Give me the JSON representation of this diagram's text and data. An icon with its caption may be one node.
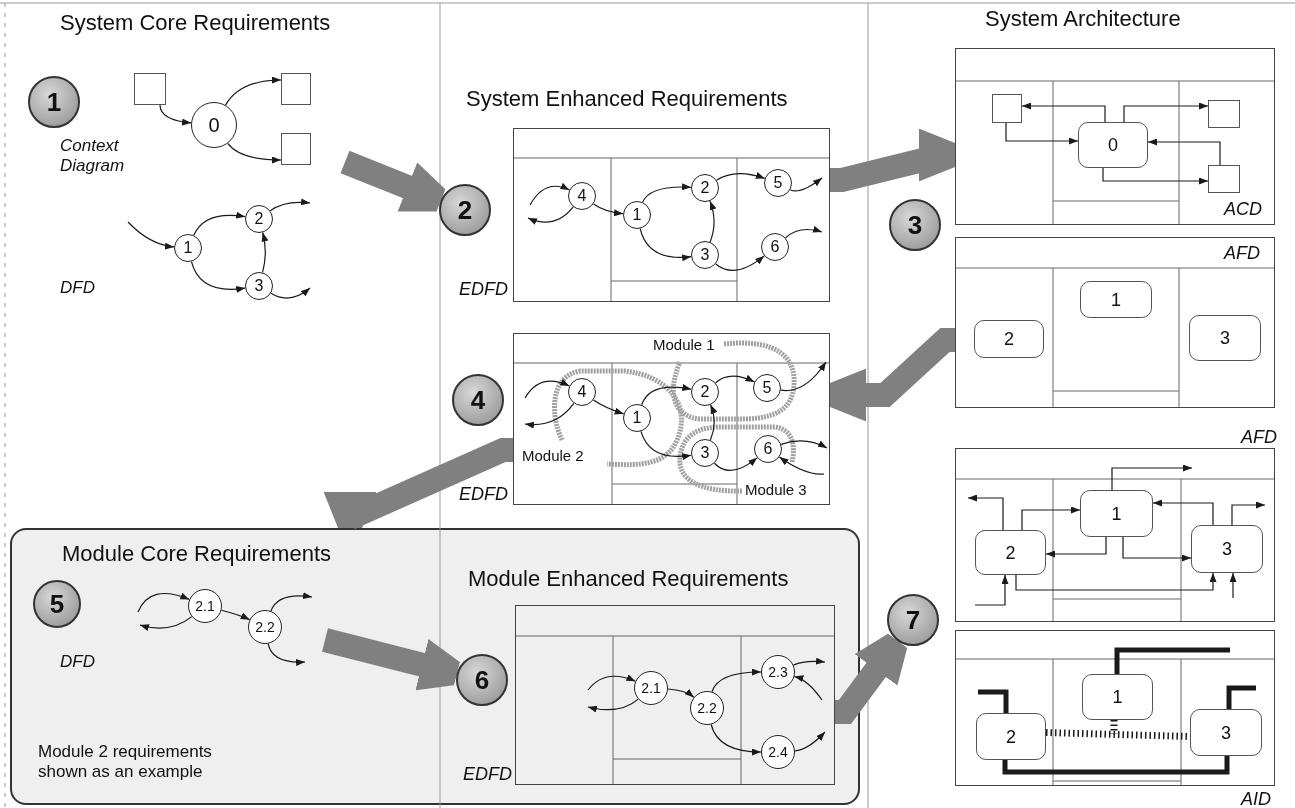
{
  "diagram": {
    "nodes": [
      {
        "text": [
          "1"
        ]
      },
      {
        "text": [],
        "shape": "box"
      },
      {
        "text": [
          "0"
        ]
      },
      {
        "text": [],
        "shape": "box"
      },
      {
        "text": [],
        "shape": "box"
      },
      {
        "text": [
          "1"
        ]
      },
      {
        "text": [
          "2"
        ]
      },
      {
        "text": [
          "3"
        ]
      },
      {
        "text": [
          "EDFD"
        ]
      },
      {
        "text": [
          "2"
        ]
      },
      {
        "text": [
          "4"
        ],
        "in": 8
      },
      {
        "text": [
          "1"
        ],
        "in": 8
      },
      {
        "text": [
          "2"
        ],
        "in": 8
      },
      {
        "text": [
          "5"
        ],
        "in": 8
      },
      {
        "text": [
          "3"
        ],
        "in": 8
      },
      {
        "text": [
          "6"
        ],
        "in": 8
      },
      {
        "text": [
          "ACD"
        ]
      },
      {
        "text": [],
        "shape": "box",
        "in": 16
      },
      {
        "text": [
          "0"
        ],
        "in": 16
      },
      {
        "text": [],
        "shape": "box",
        "in": 16
      },
      {
        "text": [],
        "shape": "box",
        "in": 16
      },
      {
        "text": [
          "3"
        ]
      },
      {
        "text": [
          "AFD"
        ]
      },
      {
        "text": [
          "1"
        ],
        "in": 22
      },
      {
        "text": [
          "2"
        ],
        "in": 22
      },
      {
        "text": [
          "3"
        ],
        "in": 22
      },
      {
        "text": [
          "EDFD"
        ]
      },
      {
        "text": [
          "4"
        ]
      },
      {
        "text": [
          "4"
        ],
        "in": 26
      },
      {
        "text": [
          "1"
        ],
        "in": 26
      },
      {
        "text": [
          "2"
        ],
        "in": 26
      },
      {
        "text": [
          "5"
        ],
        "in": 26
      },
      {
        "text": [
          "3"
        ],
        "in": 26
      },
      {
        "text": [
          "6"
        ],
        "in": 26
      },
      {
        "text": [
          "Module 2 requirements shown as an example"
        ]
      },
      {
        "text": [
          "5"
        ],
        "in": 34
      },
      {
        "text": [
          "2.1"
        ],
        "in": 34
      },
      {
        "text": [
          "2.2"
        ],
        "in": 34
      },
      {
        "text": [
          "EDFD"
        ],
        "in": 34
      },
      {
        "text": [
          "6"
        ],
        "in": 34
      },
      {
        "text": [
          "2.1"
        ],
        "in": 38
      },
      {
        "text": [
          "2.2"
        ],
        "in": 38
      },
      {
        "text": [
          "2.3"
        ],
        "in": 38
      },
      {
        "text": [
          "2.4"
        ],
        "in": 38
      },
      {
        "text": [
          "7"
        ]
      },
      {
        "text": [
          "AFD"
        ]
      },
      {
        "text": [
          "1"
        ],
        "in": 45
      },
      {
        "text": [
          "2"
        ],
        "in": 45
      },
      {
        "text": [
          "3"
        ],
        "in": 45
      },
      {
        "text": [
          "AID"
        ]
      },
      {
        "text": [
          "1"
        ],
        "in": 49
      },
      {
        "text": [
          "2"
        ],
        "in": 49
      },
      {
        "text": [
          "3"
        ],
        "in": 49
      }
    ],
    "edges": [
      {
        "from": 1,
        "to": 2,
        "arrow": "to"
      },
      {
        "from": 2,
        "to": 3,
        "arrow": "to"
      },
      {
        "from": 2,
        "to": 4,
        "arrow": "to"
      },
      {
        "from": null,
        "to": 5,
        "arrow": "to"
      },
      {
        "from": 5,
        "to": 6,
        "arrow": "to"
      },
      {
        "from": 5,
        "to": 7,
        "arrow": "to"
      },
      {
        "from": 7,
        "to": 6,
        "arrow": "to"
      },
      {
        "from": 6,
        "to": null,
        "arrow": "to"
      },
      {
        "from": 7,
        "to": null,
        "arrow": "to"
      },
      {
        "from": null,
        "to": 10,
        "arrow": "to"
      },
      {
        "from": 10,
        "to": null,
        "arrow": "to"
      },
      {
        "from": 10,
        "to": 11,
        "arrow": "to"
      },
      {
        "from": 11,
        "to": 12,
        "arrow": "to"
      },
      {
        "from": 11,
        "to": 14,
        "arrow": "to"
      },
      {
        "from": 14,
        "to": 12,
        "arrow": "to"
      },
      {
        "from": 12,
        "to": 13,
        "arrow": "to"
      },
      {
        "from": 13,
        "to": null,
        "arrow": "to"
      },
      {
        "from": 14,
        "to": 15,
        "arrow": "to"
      },
      {
        "from": 15,
        "to": null,
        "arrow": "to"
      },
      {
        "from": 18,
        "to": 17,
        "arrow": "to"
      },
      {
        "from": 17,
        "to": 18,
        "arrow": "to"
      },
      {
        "from": 18,
        "to": 19,
        "arrow": "to"
      },
      {
        "from": 20,
        "to": 18,
        "arrow": "to"
      },
      {
        "from": 18,
        "to": 20,
        "arrow": "to"
      },
      {
        "from": null,
        "to": 28,
        "arrow": "to"
      },
      {
        "from": 28,
        "to": null,
        "arrow": "to"
      },
      {
        "from": 28,
        "to": 29,
        "arrow": "to"
      },
      {
        "from": 29,
        "to": 30,
        "arrow": "to"
      },
      {
        "from": 29,
        "to": 32,
        "arrow": "to"
      },
      {
        "from": 32,
        "to": 30,
        "arrow": "to"
      },
      {
        "from": 30,
        "to": 31,
        "arrow": "to"
      },
      {
        "from": 31,
        "to": null,
        "arrow": "to"
      },
      {
        "from": 32,
        "to": 33,
        "arrow": "to"
      },
      {
        "from": null,
        "to": 33,
        "arrow": "to"
      },
      {
        "from": 33,
        "to": null,
        "arrow": "to"
      },
      {
        "from": null,
        "to": 36,
        "arrow": "to"
      },
      {
        "from": 36,
        "to": null,
        "arrow": "to"
      },
      {
        "from": 36,
        "to": 37,
        "arrow": "to"
      },
      {
        "from": 37,
        "to": null,
        "arrow": "to"
      },
      {
        "from": 37,
        "to": null,
        "arrow": "to"
      },
      {
        "from": null,
        "to": 40,
        "arrow": "to"
      },
      {
        "from": 40,
        "to": null,
        "arrow": "to"
      },
      {
        "from": 40,
        "to": 41,
        "arrow": "to"
      },
      {
        "from": 41,
        "to": 42,
        "arrow": "to"
      },
      {
        "from": 41,
        "to": 43,
        "arrow": "to"
      },
      {
        "from": 42,
        "to": null,
        "arrow": "to"
      },
      {
        "from": null,
        "to": 42,
        "arrow": "to"
      },
      {
        "from": 43,
        "to": null,
        "arrow": "to"
      },
      {
        "from": 46,
        "to": null,
        "arrow": "to"
      },
      {
        "from": 47,
        "to": null,
        "arrow": "to"
      },
      {
        "from": 47,
        "to": 46,
        "arrow": "to"
      },
      {
        "from": 46,
        "to": 47,
        "arrow": "to"
      },
      {
        "from": 46,
        "to": 48,
        "arrow": "to"
      },
      {
        "from": 48,
        "to": 46,
        "arrow": "to"
      },
      {
        "from": 48,
        "to": null,
        "arrow": "to"
      },
      {
        "from": null,
        "to": 47,
        "arrow": "to"
      },
      {
        "from": 47,
        "to": 48,
        "arrow": "to"
      },
      {
        "from": null,
        "to": 48,
        "arrow": "to"
      },
      {
        "from": 50,
        "to": null,
        "arrow": "none",
        "style": "thick"
      },
      {
        "from": 51,
        "to": null,
        "arrow": "none",
        "style": "thick"
      },
      {
        "from": 52,
        "to": null,
        "arrow": "none",
        "style": "thick"
      },
      {
        "from": 51,
        "to": 52,
        "arrow": "none",
        "style": "thick"
      },
      {
        "from": 51,
        "to": 52,
        "arrow": "none",
        "style": "dashed"
      },
      {
        "from": 50,
        "to": null,
        "arrow": "none",
        "style": "dashed"
      },
      {
        "from": null,
        "to": 9,
        "arrow": "to",
        "style": "thick",
        "color": "#808080"
      },
      {
        "from": 8,
        "to": 16,
        "arrow": "to",
        "style": "thick",
        "color": "#808080"
      },
      {
        "from": 22,
        "to": 26,
        "arrow": "to",
        "style": "thick",
        "color": "#808080"
      },
      {
        "from": 26,
        "to": 34,
        "arrow": "to",
        "style": "thick",
        "color": "#808080"
      },
      {
        "from": null,
        "to": 39,
        "arrow": "to",
        "style": "thick",
        "color": "#808080"
      },
      {
        "from": 38,
        "to": 44,
        "arrow": "to",
        "style": "thick",
        "color": "#808080"
      }
    ],
    "labels": [
      "System Core Requirements",
      "Context Diagram",
      "DFD",
      "System Enhanced Requirements",
      "System Architecture",
      "Module 1",
      "Module 2",
      "Module 3",
      "Module Core Requirements",
      "DFD",
      "Module Enhanced Requirements"
    ]
  }
}
